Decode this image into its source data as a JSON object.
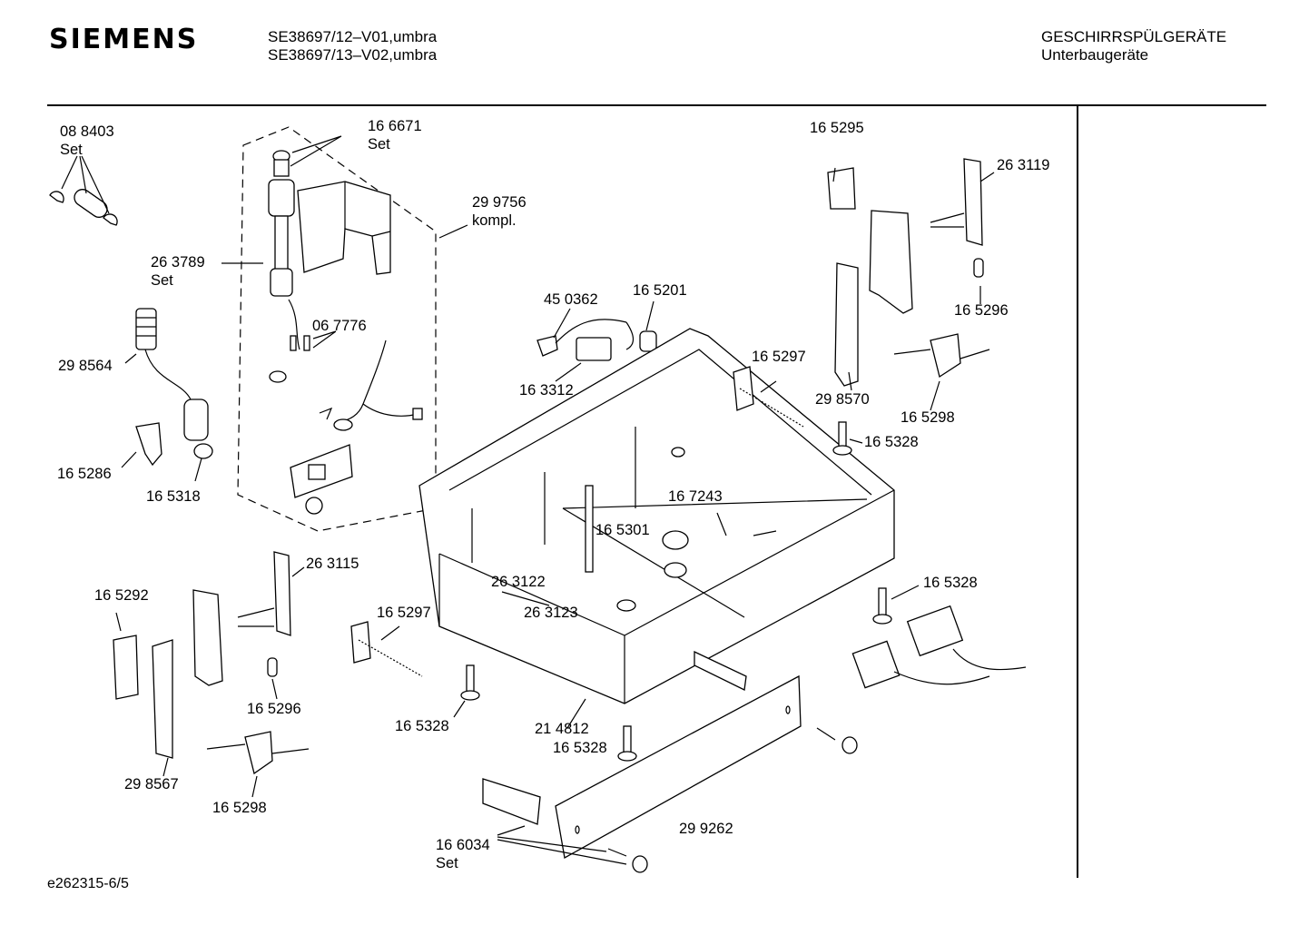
{
  "header": {
    "brand": "SIEMENS",
    "model_line_1": "SE38697/12–V01,umbra",
    "model_line_2": "SE38697/13–V02,umbra",
    "category_line_1": "GESCHIRRSPÜLGERÄTE",
    "category_line_2": "Unterbaugeräte"
  },
  "footer": {
    "doc_id": "e262315-6/5"
  },
  "labels": {
    "l088403": "08 8403",
    "l088403_set": "Set",
    "l166671": "16 6671",
    "l166671_set": "Set",
    "l299756": "29 9756",
    "l299756_kompl": "kompl.",
    "l263789": "26 3789",
    "l263789_set": "Set",
    "l067776": "06 7776",
    "l298564": "29 8564",
    "l165286": "16 5286",
    "l165318": "16 5318",
    "l450362": "45 0362",
    "l165201": "16 5201",
    "l163312": "16 3312",
    "l165295": "16 5295",
    "l263119": "26 3119",
    "l165296_top": "16 5296",
    "l165297_top": "16 5297",
    "l298570": "29 8570",
    "l165298_top": "16 5298",
    "l165328_a": "16 5328",
    "l167243": "16 7243",
    "l165301": "16 5301",
    "l263122": "26 3122",
    "l263123": "26 3123",
    "l263115": "26 3115",
    "l165292": "16 5292",
    "l165297_bot": "16 5297",
    "l165296_bot": "16 5296",
    "l298567": "29 8567",
    "l165298_bot": "16 5298",
    "l165328_b": "16 5328",
    "l165328_c": "16 5328",
    "l214812": "21 4812",
    "l165328_d": "16 5328",
    "l166034": "16 6034",
    "l166034_set": "Set",
    "l299262": "29 9262"
  }
}
